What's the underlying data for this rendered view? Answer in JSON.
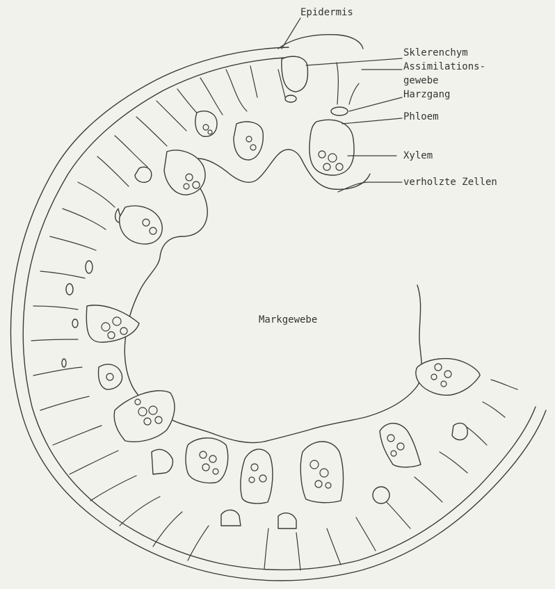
{
  "labels": {
    "epidermis": "Epidermis",
    "sklerenchym": "Sklerenchym",
    "assimilations_1": "Assimilations-",
    "assimilations_2": "gewebe",
    "harzgang": "Harzgang",
    "phloem": "Phloem",
    "xylem": "Xylem",
    "verholzte_zellen": "verholzte Zellen",
    "markgewebe": "Markgewebe"
  },
  "colors": {
    "background": "#f2f2ec",
    "line": "#3a3a3a",
    "text": "#333333"
  }
}
